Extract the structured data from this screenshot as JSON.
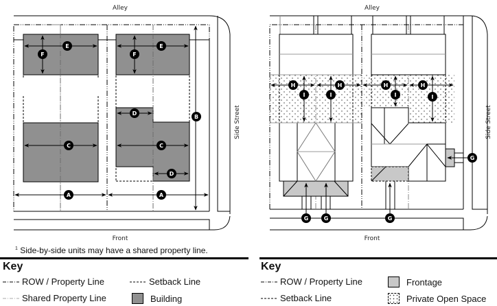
{
  "left_diagram": {
    "labels": {
      "top": "Alley",
      "bottom": "Front",
      "side": "Side Street"
    },
    "badges": [
      "A",
      "A",
      "B",
      "C",
      "C",
      "D",
      "D",
      "E",
      "E",
      "F",
      "F"
    ]
  },
  "right_diagram": {
    "labels": {
      "top": "Alley",
      "bottom": "Front",
      "side": "Side Street"
    },
    "badges": [
      "H",
      "I",
      "H",
      "I",
      "H",
      "I",
      "H",
      "I",
      "G",
      "G",
      "G",
      "G"
    ]
  },
  "footnote": {
    "marker": "1",
    "text": "Side-by-side units may have a shared property line."
  },
  "left_key": {
    "title": "Key",
    "items": [
      {
        "symbol": "dash-dot-line",
        "label": "ROW / Property Line"
      },
      {
        "symbol": "dashed-line",
        "label": "Setback Line"
      },
      {
        "symbol": "gray-dash-dot-line",
        "label": "Shared Property Line"
      },
      {
        "symbol": "dark-gray-swatch",
        "label": "Building"
      }
    ]
  },
  "right_key": {
    "title": "Key",
    "items": [
      {
        "symbol": "dash-dot-line",
        "label": "ROW / Property Line"
      },
      {
        "symbol": "light-gray-swatch",
        "label": "Frontage"
      },
      {
        "symbol": "dashed-line",
        "label": "Setback Line"
      },
      {
        "symbol": "dotted-swatch",
        "label": "Private Open Space"
      }
    ]
  },
  "colors": {
    "building": "#909090",
    "frontage": "#c8c8c8",
    "line": "#000000",
    "shared_line": "#888888"
  }
}
